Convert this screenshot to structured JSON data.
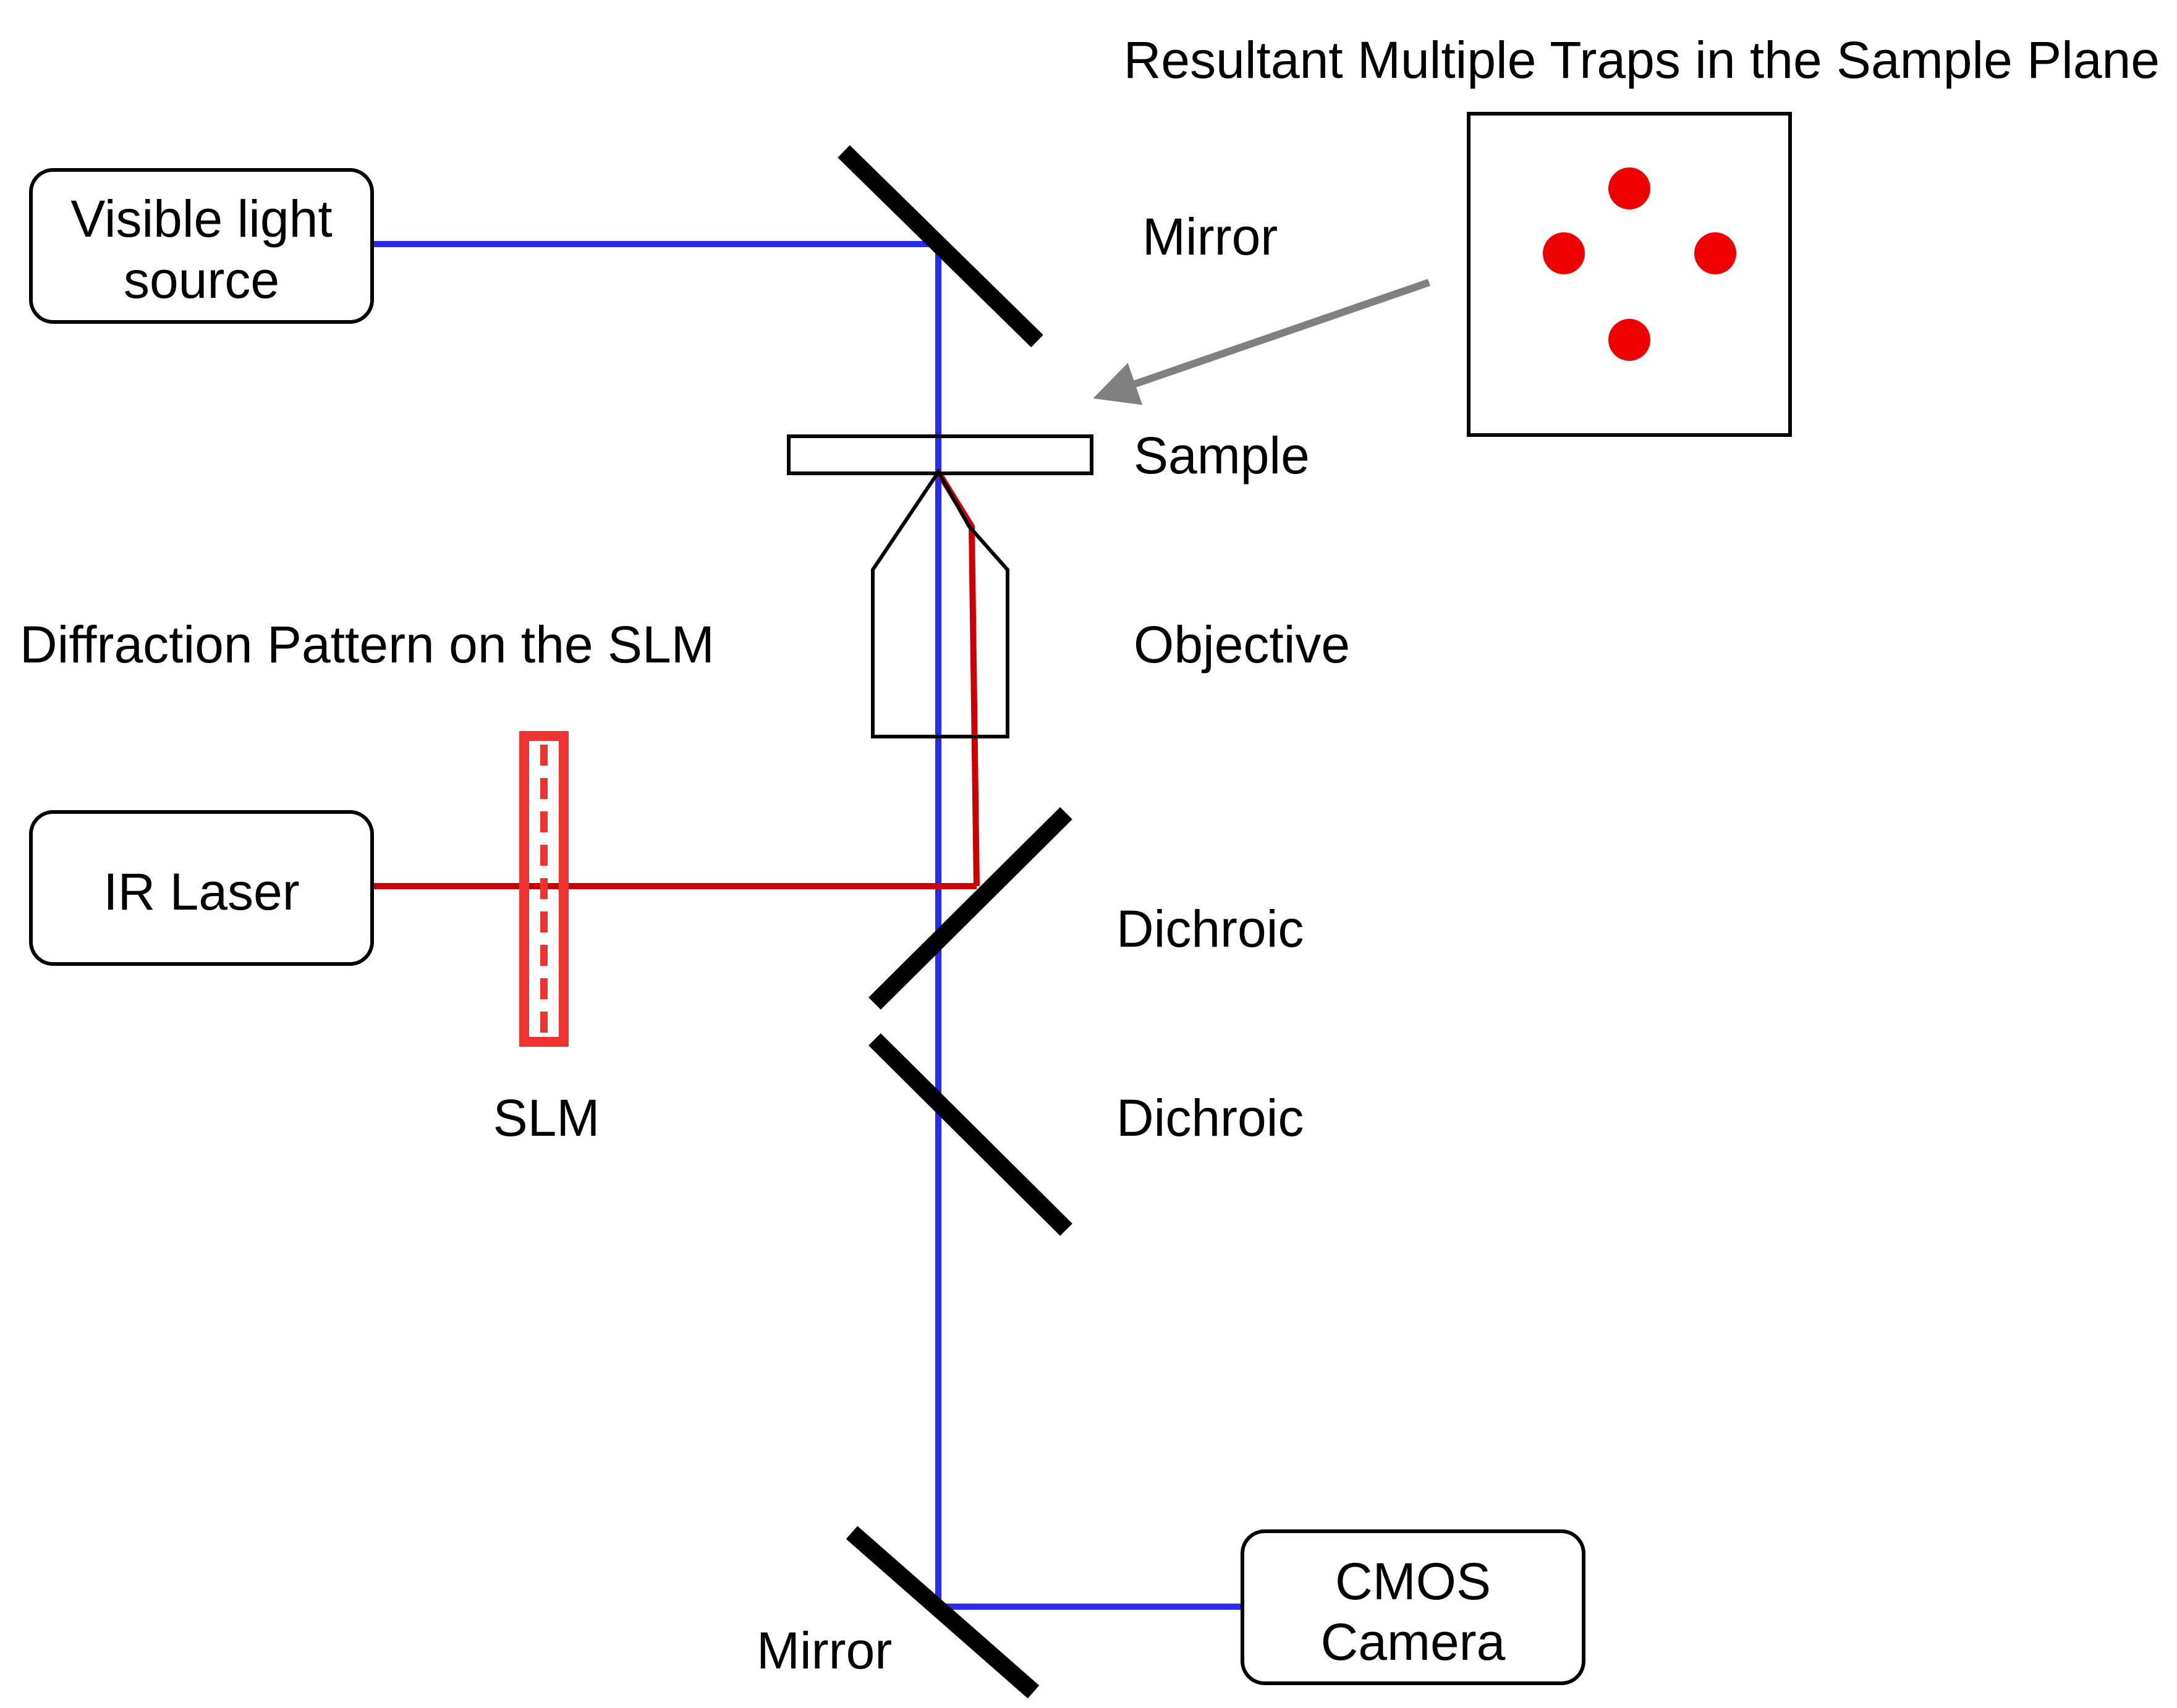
{
  "labels": {
    "visible_source_line1": "Visible light",
    "visible_source_line2": "source",
    "ir_laser": "IR Laser",
    "cmos_line1": "CMOS",
    "cmos_line2": "Camera",
    "mirror_top": "Mirror",
    "mirror_bottom": "Mirror",
    "sample": "Sample",
    "objective": "Objective",
    "dichroic_upper": "Dichroic",
    "dichroic_lower": "Dichroic",
    "slm": "SLM",
    "diffraction_title": "Diffraction Pattern on the SLM",
    "traps_title": "Resultant Multiple Traps in the Sample Plane"
  },
  "colors": {
    "visible_beam": "#2b2bf0",
    "ir_beam": "#cc0000",
    "slm": "#ee3333",
    "trap": "#ee0000",
    "pointer_arrow": "#808080",
    "optics": "#000000"
  },
  "trap_count": 4
}
